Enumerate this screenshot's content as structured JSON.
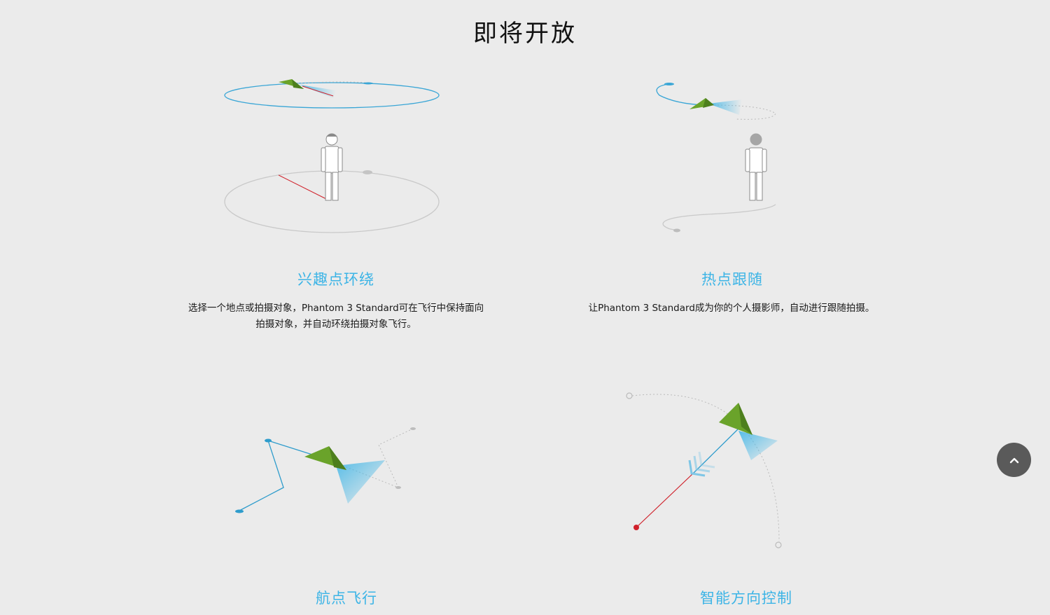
{
  "page": {
    "title": "即将开放"
  },
  "features": [
    {
      "title": "兴趣点环绕",
      "description": "选择一个地点或拍摄对象，Phantom 3 Standard可在飞行中保持面向拍摄对象，并自动环绕拍摄对象飞行。"
    },
    {
      "title": "热点跟随",
      "description": "让Phantom 3 Standard成为你的个人摄影师，自动进行跟随拍摄。"
    },
    {
      "title": "航点飞行",
      "description": ""
    },
    {
      "title": "智能方向控制",
      "description": ""
    }
  ],
  "back_to_top": {
    "icon": "chevron-up-icon"
  },
  "colors": {
    "background": "#ebebeb",
    "accent_blue": "#3cb4e6",
    "path_blue": "#2e9ccc",
    "drone_green": "#6aa32a",
    "red_line": "#d0202a",
    "back_top_bg": "#5a5a5a"
  },
  "icons": [
    "drone-icon",
    "person-icon",
    "orbit-path-icon",
    "follow-path-icon",
    "waypoint-path-icon",
    "direction-arrow-icon"
  ]
}
